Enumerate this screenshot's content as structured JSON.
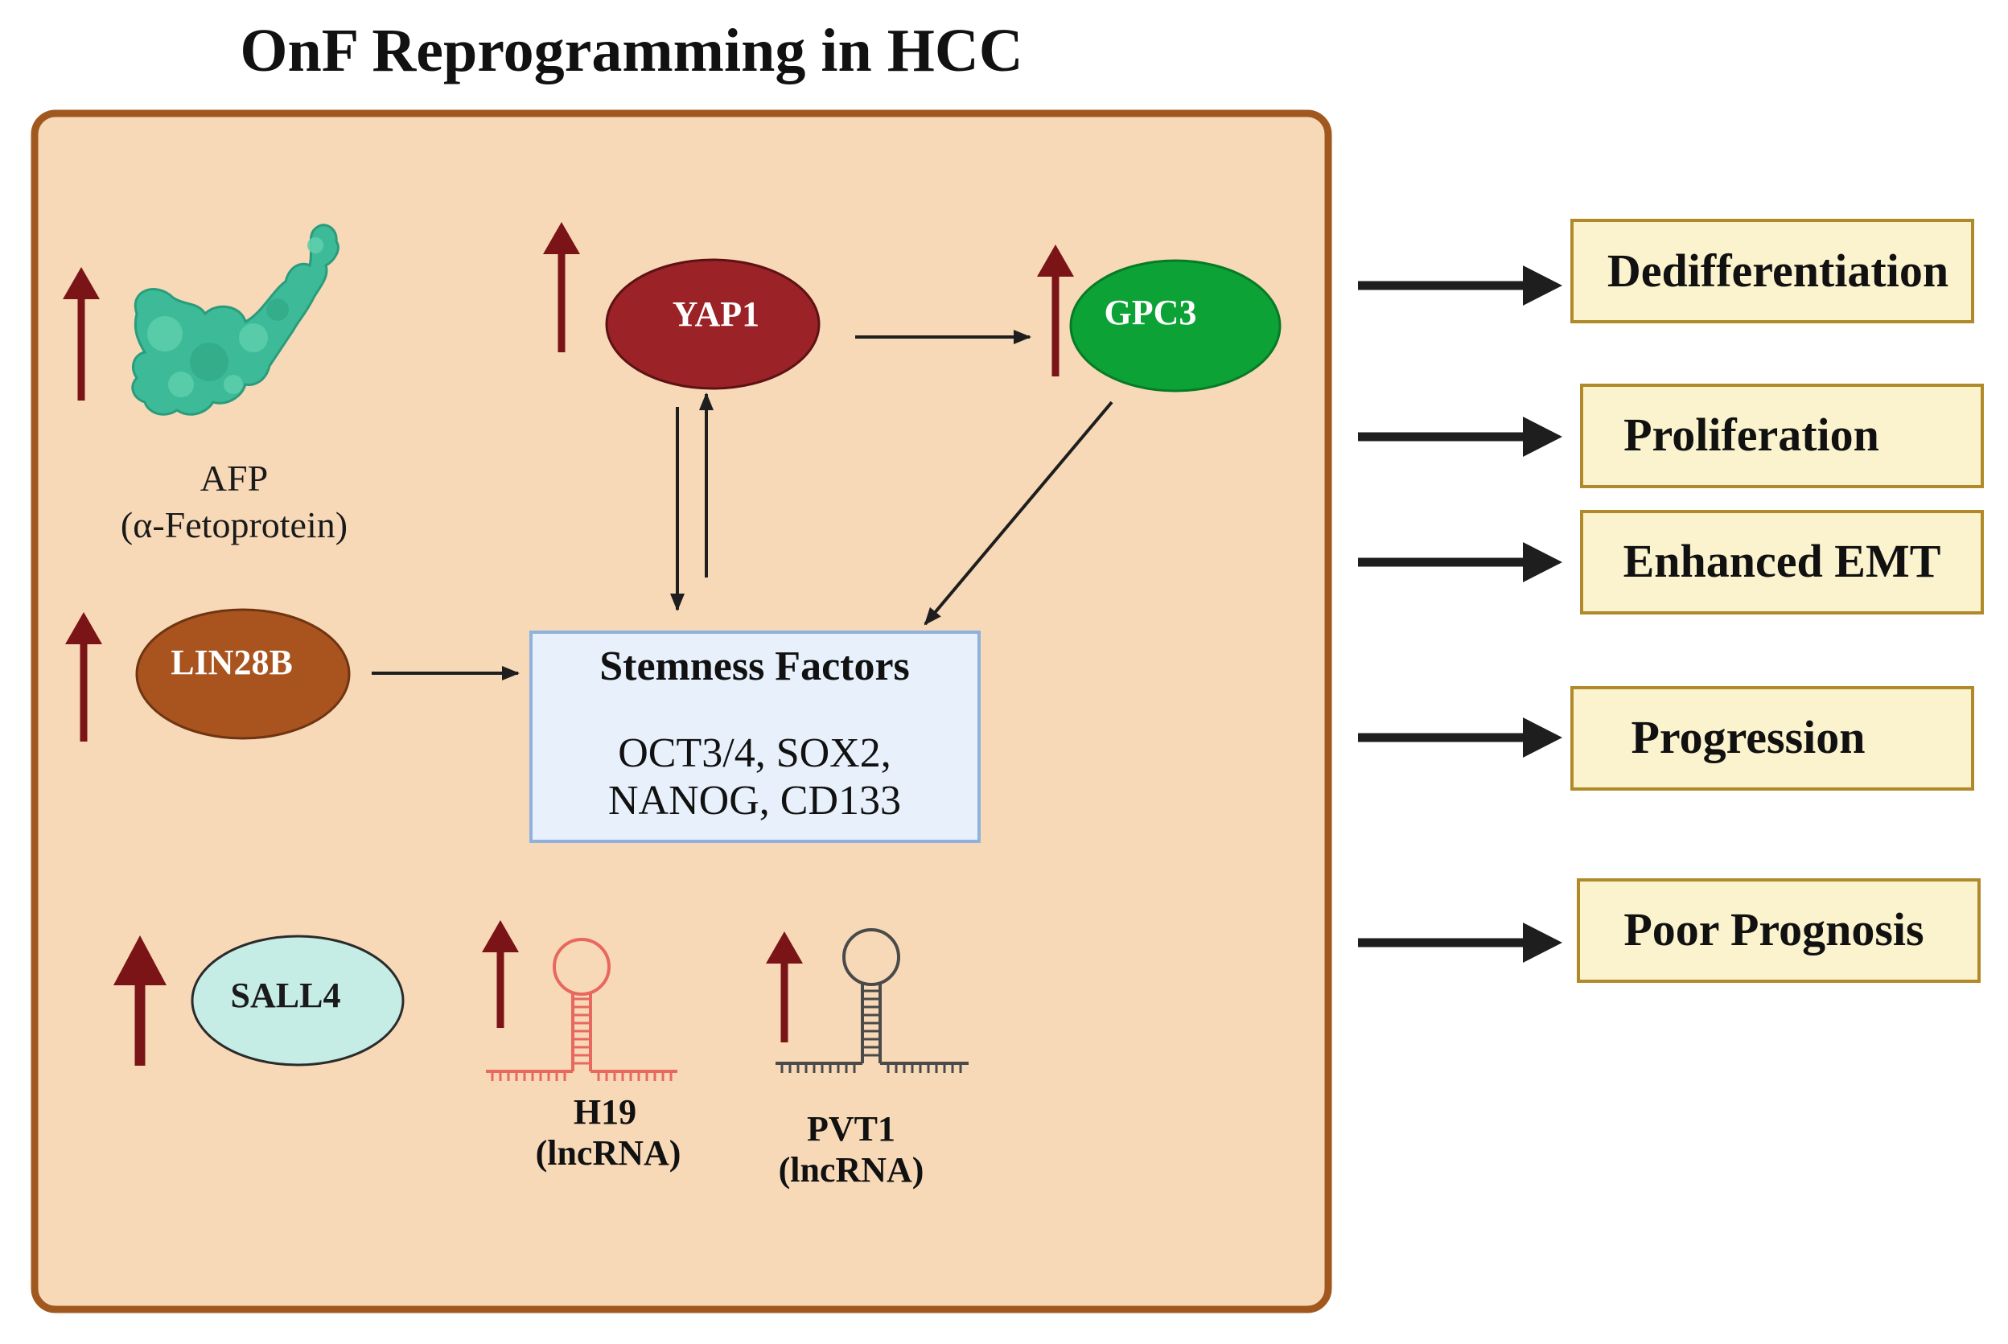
{
  "title": "OnF Reprogramming in HCC",
  "nodes": {
    "afp": {
      "label": "AFP",
      "sublabel": "(α-Fetoprotein)"
    },
    "yap1": {
      "label": "YAP1"
    },
    "gpc3": {
      "label": "GPC3"
    },
    "lin28b": {
      "label": "LIN28B"
    },
    "sall4": {
      "label": "SALL4"
    },
    "stemness": {
      "heading": "Stemness Factors",
      "line1": "OCT3/4, SOX2,",
      "line2": "NANOG, CD133"
    },
    "h19": {
      "label": "H19",
      "sublabel": "(lncRNA)"
    },
    "pvt1": {
      "label": "PVT1",
      "sublabel": "(lncRNA)"
    }
  },
  "outcomes": [
    "Dedifferentiation",
    "Proliferation",
    "Enhanced EMT",
    "Progression",
    "Poor Prognosis"
  ],
  "colors": {
    "panel_fill": "#f7d9b8",
    "panel_border": "#a0581f",
    "up_arrow": "#7a1416",
    "yap1": "#9b2226",
    "gpc3": "#0da236",
    "lin28b": "#a9531f",
    "sall4": "#c6ece6",
    "afp_protein": "#3dbb98",
    "stemness_fill": "#e8f1fb",
    "stemness_border": "#8fb1dd",
    "outcome_fill": "#fbf3cd",
    "outcome_border": "#b08a2a",
    "h19": "#e8685f",
    "pvt1": "#4a4a4a"
  }
}
